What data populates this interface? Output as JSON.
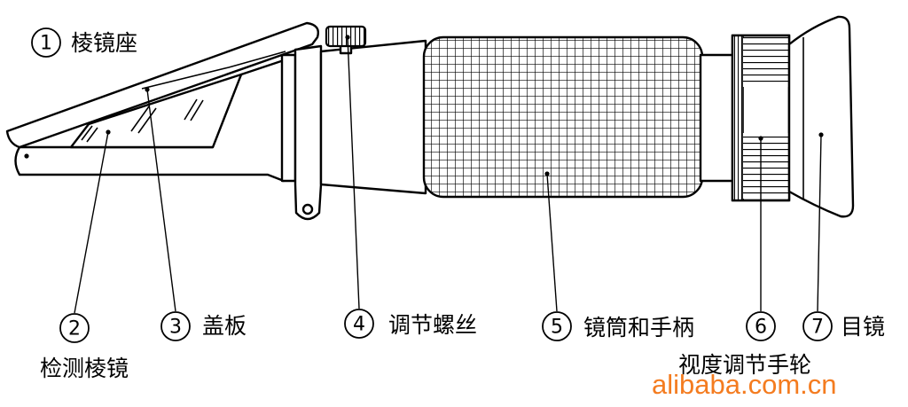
{
  "labels": [
    {
      "number": "1",
      "text": "棱镜座"
    },
    {
      "number": "2",
      "text": "检测棱镜"
    },
    {
      "number": "3",
      "text": "盖板"
    },
    {
      "number": "4",
      "text": "调节螺丝"
    },
    {
      "number": "5",
      "text": "镜筒和手柄"
    },
    {
      "number": "6",
      "text": "视度调节手轮"
    },
    {
      "number": "7",
      "text": "目镜"
    }
  ],
  "watermark": "alibaba.com.cn",
  "colors": {
    "background": "#ffffff",
    "line": "#000000",
    "watermark": "#f47c20"
  }
}
